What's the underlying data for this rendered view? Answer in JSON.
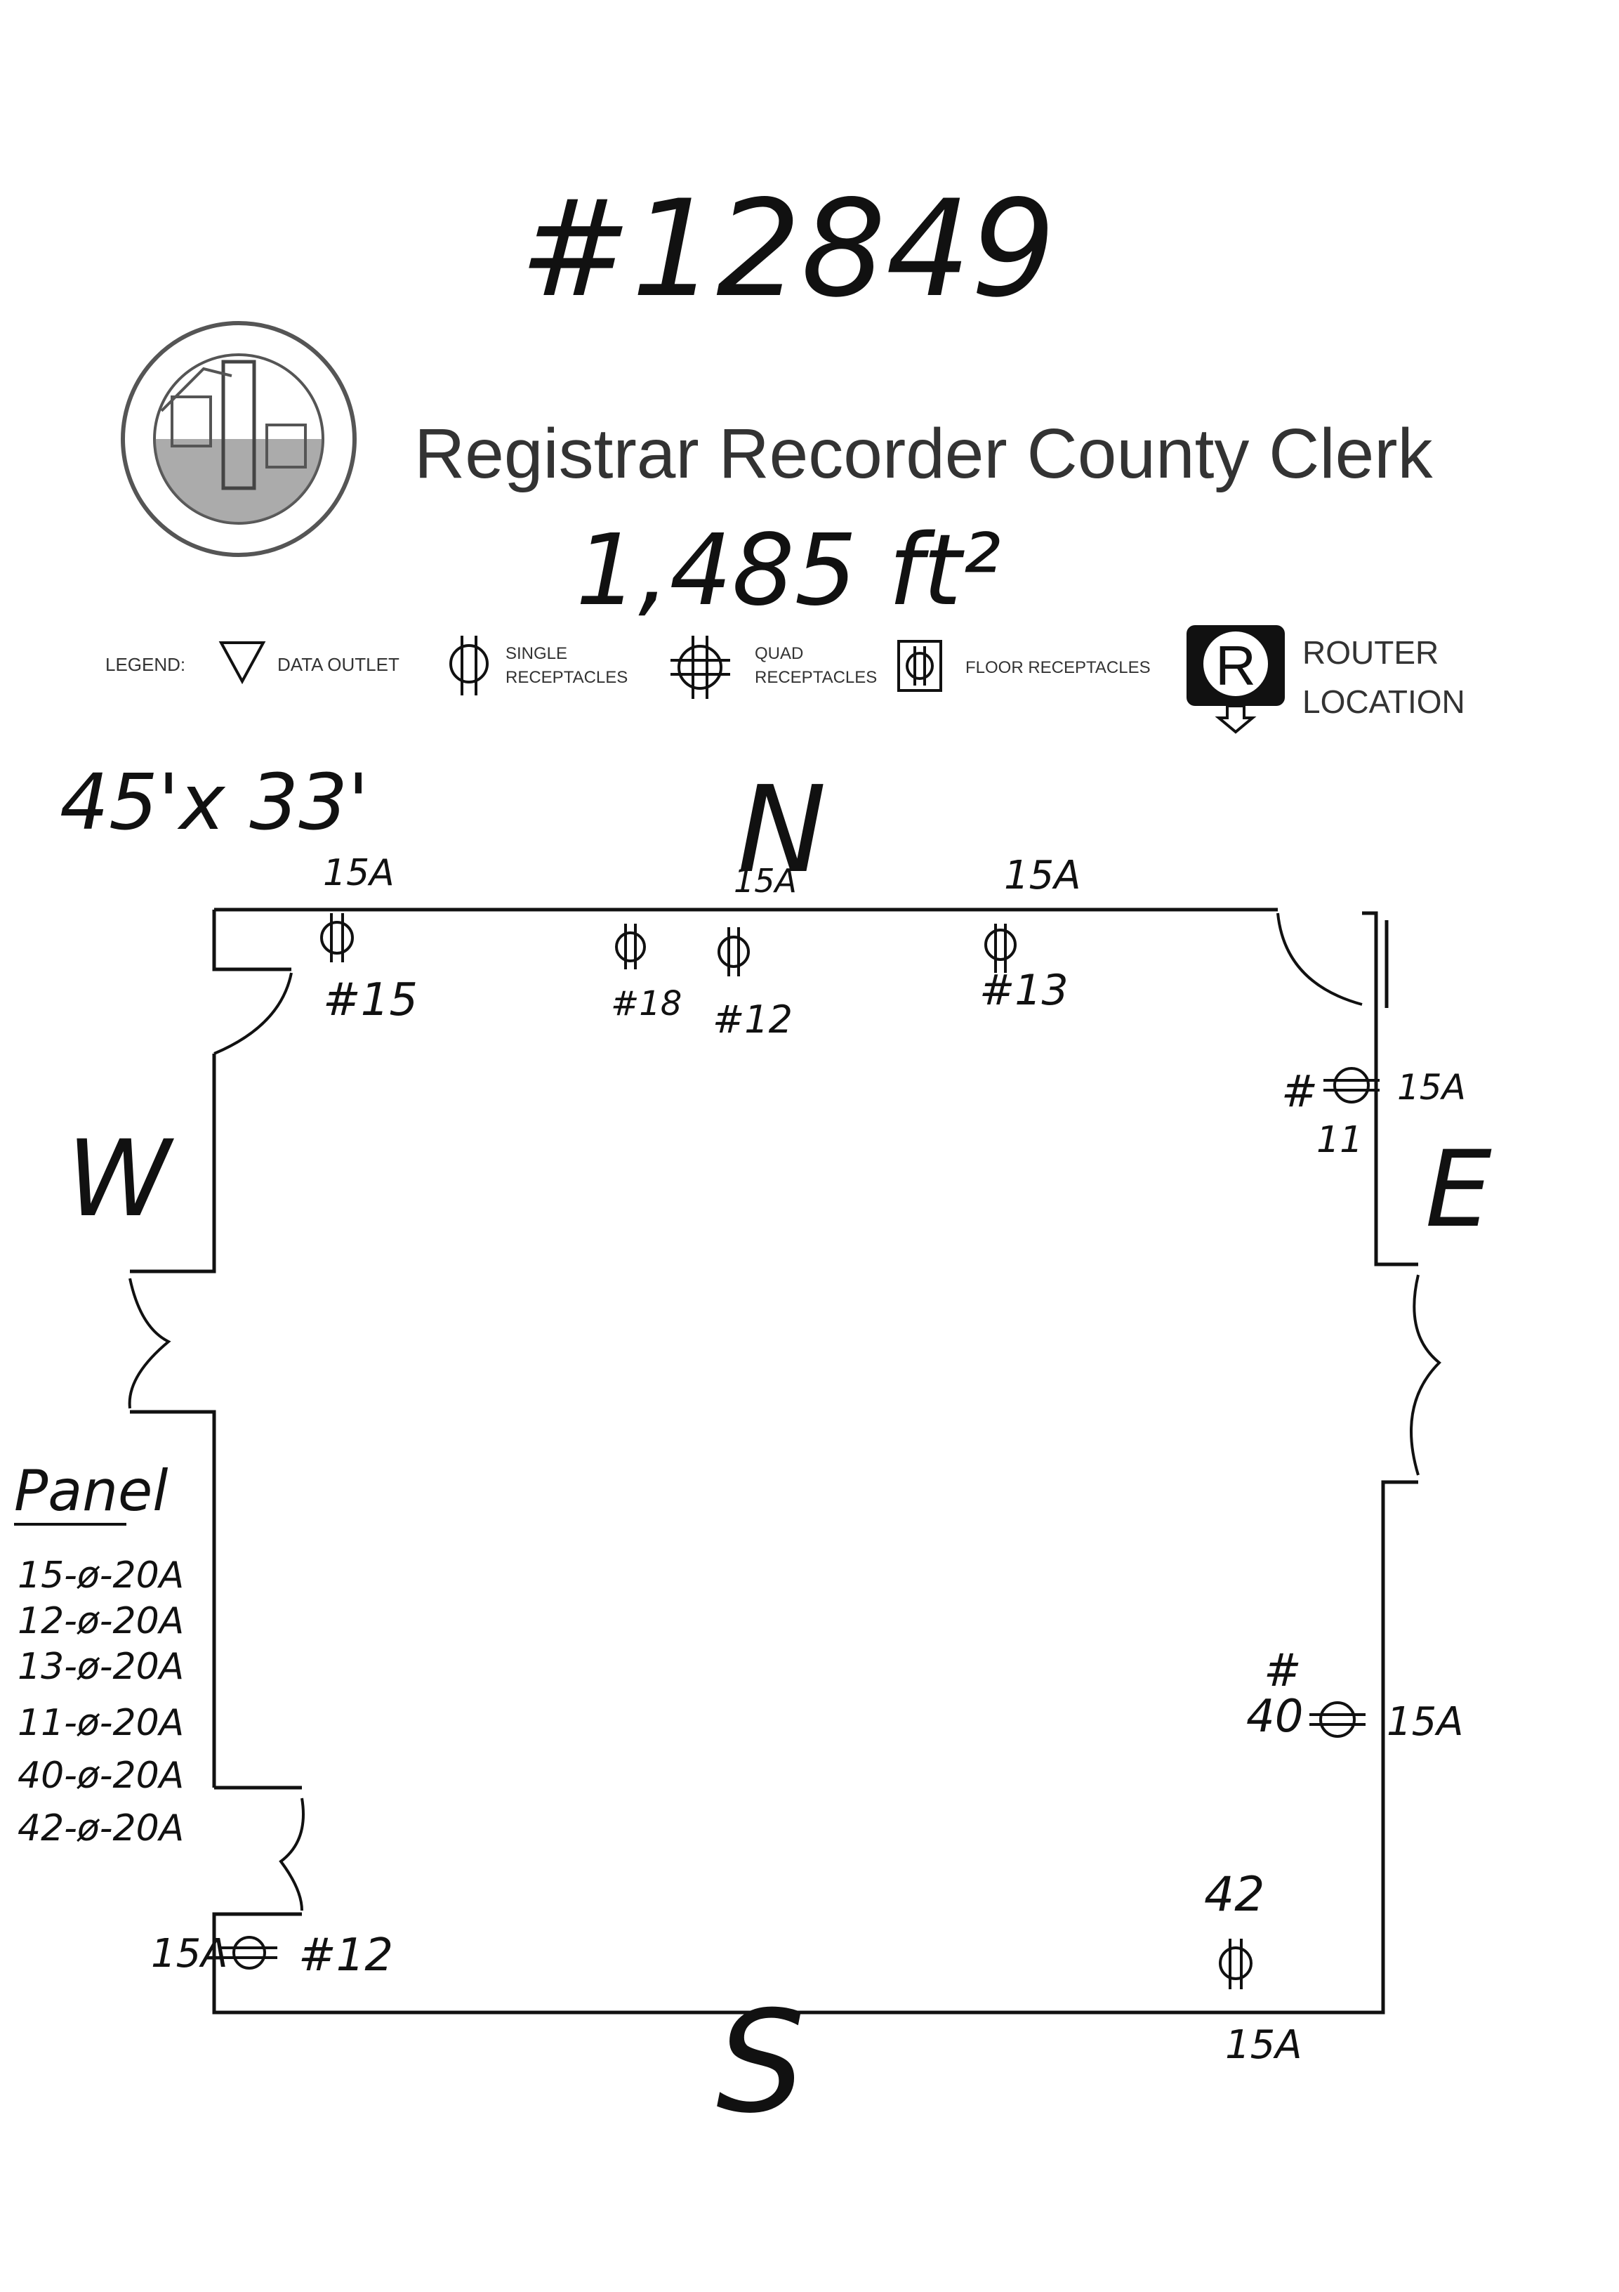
{
  "header": {
    "job_number": "#12849",
    "agency_name": "Registrar Recorder County Clerk",
    "area": "1,485 ft²",
    "dimensions": "45'x 33'"
  },
  "legend": {
    "title": "LEGEND:",
    "data_outlet": "DATA OUTLET",
    "single_line1": "SINGLE",
    "single_line2": "RECEPTACLES",
    "quad_line1": "QUAD",
    "quad_line2": "RECEPTACLES",
    "floor": "FLOOR RECEPTACLES",
    "router_symbol": "R",
    "router_line1": "ROUTER",
    "router_line2": "LOCATION"
  },
  "compass": {
    "north": "N",
    "south": "S",
    "east": "E",
    "west": "W"
  },
  "receptacles": {
    "r15": {
      "amp": "15A",
      "id": "#15"
    },
    "r18": {
      "id": "#18"
    },
    "r12": {
      "amp": "15A",
      "id": "#12"
    },
    "r13": {
      "amp": "15A",
      "id": "#13"
    },
    "r11": {
      "amp": "15A",
      "id_line1": "#",
      "id_line2": "11"
    },
    "r40": {
      "amp": "15A",
      "id_line1": "#",
      "id_line2": "40"
    },
    "r42": {
      "amp": "15A",
      "id": "42"
    },
    "r12sw": {
      "amp": "15A",
      "id": "#12"
    }
  },
  "panel": {
    "title": "Panel",
    "rows": [
      "15-ø-20A",
      "12-ø-20A",
      "13-ø-20A",
      "11-ø-20A",
      "40-ø-20A",
      "42-ø-20A"
    ]
  },
  "colors": {
    "ink": "#111111",
    "print_gray": "#333333"
  }
}
